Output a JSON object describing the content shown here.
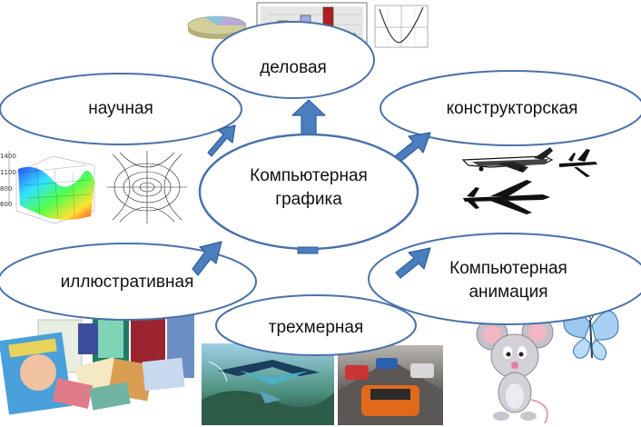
{
  "nodes": {
    "center": "Компьютерная\nграфика",
    "business": "деловая",
    "scientific": "научная",
    "engineering": "конструкторская",
    "illustrative": "иллюстративная",
    "animation": "Компьютерная\nанимация",
    "three_d": "трехмерная"
  },
  "scientific_plot": {
    "ticks": [
      "1400",
      "1100",
      "800",
      "600"
    ]
  },
  "colors": {
    "ellipse_border": "#4a72a8",
    "arrow_fill": "#4a7ebf",
    "arrow_stroke": "#2f5f97"
  },
  "icons": {
    "business": [
      "pie-chart-icon",
      "bar-chart-icon",
      "line-graph-icon"
    ],
    "scientific": [
      "surface-plot-icon",
      "field-lines-icon"
    ],
    "engineering": [
      "airplane-icon",
      "jet-fighter-icon"
    ],
    "illustrative": [
      "magazines-collage-icon"
    ],
    "three_d": [
      "fantasy-scene-icon",
      "racing-game-icon"
    ],
    "animation": [
      "mouse-character-icon",
      "butterfly-icon"
    ]
  }
}
